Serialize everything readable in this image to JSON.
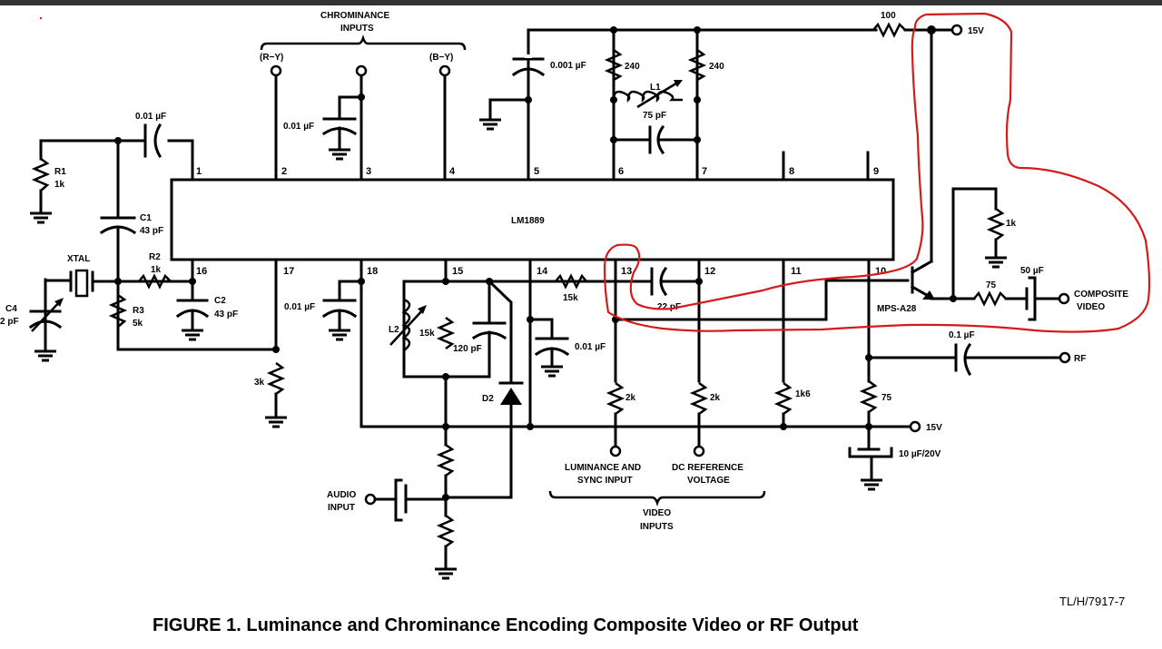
{
  "figure": {
    "caption": "FIGURE 1. Luminance and Chrominance Encoding Composite Video or RF Output",
    "reference": "TL/H/7917-7",
    "ic_label": "LM1889",
    "annotation_color": "#d61a1a"
  },
  "groups": {
    "chrominance_line1": "CHROMINANCE",
    "chrominance_line2": "INPUTS",
    "video_line1": "VIDEO",
    "video_line2": "INPUTS"
  },
  "terminals": {
    "r_minus_y": "(R−Y)",
    "b_minus_y": "(B−Y)",
    "supply_top": "15V",
    "supply_bottom": "15V",
    "composite_line1": "COMPOSITE",
    "composite_line2": "VIDEO",
    "rf": "RF",
    "luminance_line1": "LUMINANCE AND",
    "luminance_line2": "SYNC INPUT",
    "dc_ref_line1": "DC REFERENCE",
    "dc_ref_line2": "VOLTAGE",
    "audio_line1": "AUDIO",
    "audio_line2": "INPUT"
  },
  "pins": [
    "1",
    "2",
    "3",
    "4",
    "5",
    "6",
    "7",
    "8",
    "9",
    "10",
    "11",
    "12",
    "13",
    "14",
    "15",
    "16",
    "17",
    "18"
  ],
  "components": {
    "c_pin1": "0.01 µF",
    "r1_name": "R1",
    "r1_value": "1k",
    "c1_name": "C1",
    "c1_value": "43 pF",
    "xtal": "XTAL",
    "c4_name": "C4",
    "c4_value": "2 pF",
    "r2_name": "R2",
    "r2_value": "1k",
    "r3_name": "R3",
    "r3_value": "5k",
    "c2_name": "C2",
    "c2_value": "43 pF",
    "c_pin3": "0.01 µF",
    "c_pin5": "0.001 µF",
    "r_pin6": "240",
    "r_pin7": "240",
    "l1": "L1",
    "c_l1": "75 pF",
    "r_supply": "100",
    "c_pin17": "0.01 µF",
    "r_pin17": "3k",
    "l2": "L2",
    "r_pin15": "15k",
    "c_pin15": "120 pF",
    "d2": "D2",
    "r_pin14": "15k",
    "c_pin14": "0.01 µF",
    "c_pin13": "22 pF",
    "r_pin13": "2k",
    "r_pin12": "2k",
    "r_pin11": "1k6",
    "r_emitter": "1k",
    "transistor": "MPS-A28",
    "r_out": "75",
    "c_out": "50 µF",
    "c_rf": "0.1 µF",
    "r_pin10": "75",
    "c_bypass": "10 µF/20V"
  }
}
